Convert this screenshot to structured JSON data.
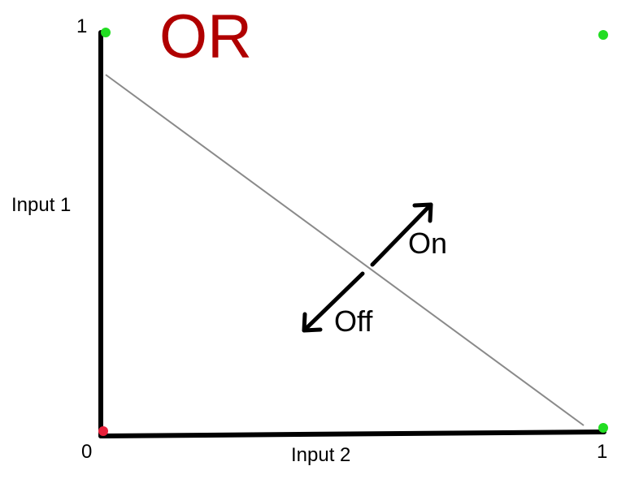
{
  "diagram": {
    "title": "OR",
    "y_axis_label": "Input 1",
    "x_axis_label": "Input 2",
    "ticks": {
      "y_top": "1",
      "x_origin": "0",
      "x_right": "1"
    },
    "region_labels": {
      "on": "On",
      "off": "Off"
    }
  },
  "points": [
    {
      "name": "point-0-0",
      "input1": 0,
      "input2": 0,
      "output": "off",
      "color": "#e8203a"
    },
    {
      "name": "point-0-1",
      "input1": 0,
      "input2": 1,
      "output": "on",
      "color": "#22dd22"
    },
    {
      "name": "point-1-0",
      "input1": 1,
      "input2": 0,
      "output": "on",
      "color": "#22dd22"
    },
    {
      "name": "point-1-1",
      "input1": 1,
      "input2": 1,
      "output": "on",
      "color": "#22dd22"
    }
  ],
  "colors": {
    "title": "#b00000",
    "axes": "#000000",
    "decision_line": "#8a8a8a",
    "arrows": "#000000"
  }
}
